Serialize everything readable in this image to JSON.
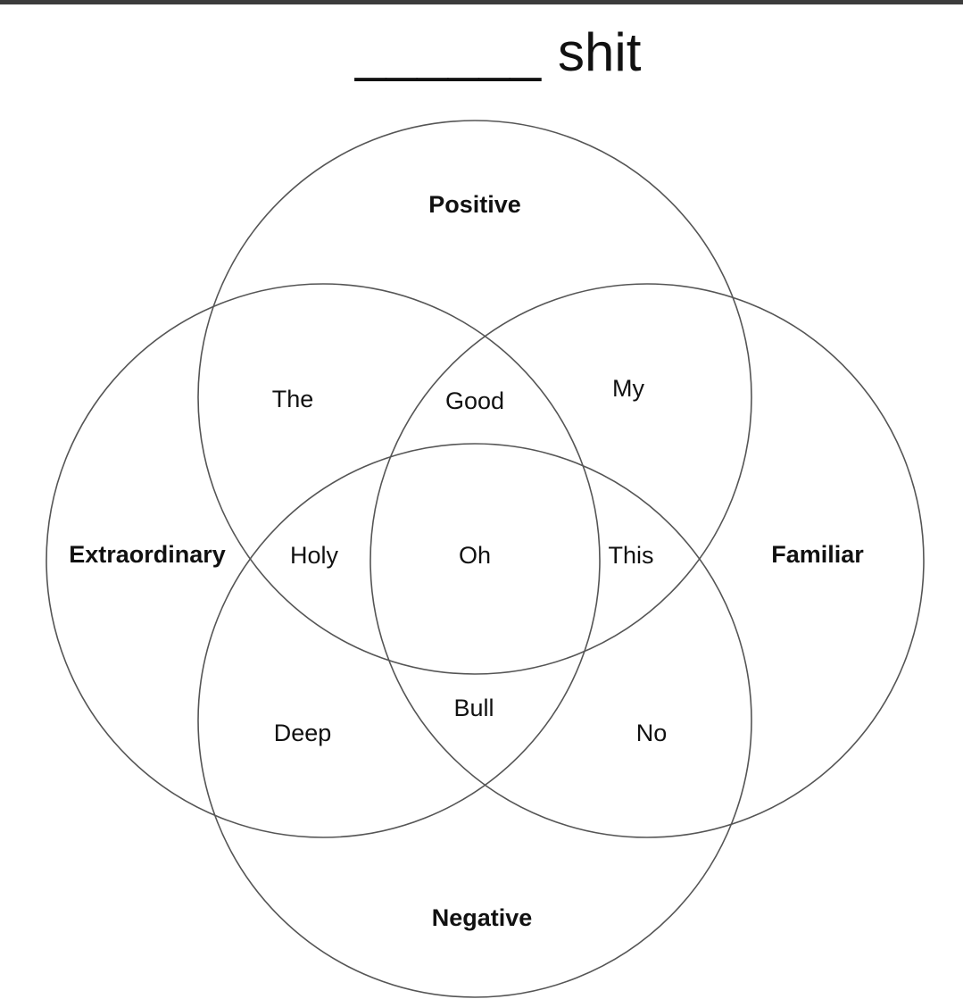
{
  "title": {
    "blank": "______",
    "word": "shit"
  },
  "categories": {
    "top": "Positive",
    "left": "Extraordinary",
    "right": "Familiar",
    "bottom": "Negative"
  },
  "regions": {
    "positive_extraordinary": "The",
    "positive_center": "Good",
    "positive_familiar": "My",
    "extraordinary_center": "Holy",
    "center": "Oh",
    "familiar_center": "This",
    "negative_extraordinary": "Deep",
    "negative_center": "Bull",
    "negative_familiar": "No"
  }
}
